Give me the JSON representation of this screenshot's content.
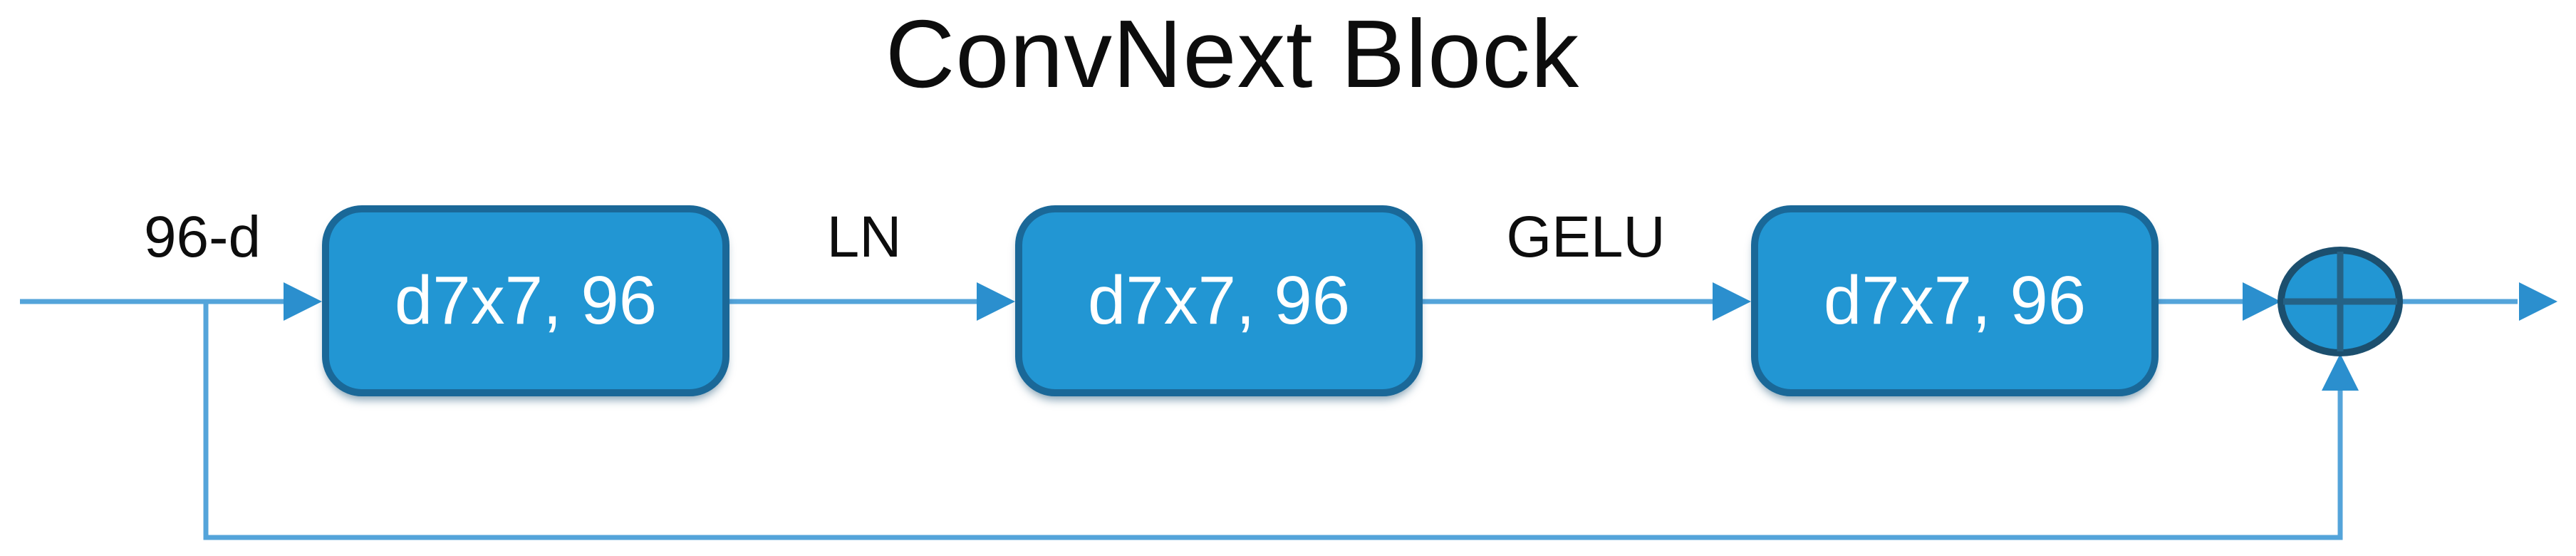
{
  "title": "ConvNext Block",
  "diagram": {
    "input_label": "96-d",
    "blocks": [
      {
        "label": "d7x7, 96"
      },
      {
        "label": "d7x7, 96"
      },
      {
        "label": "d7x7, 96"
      }
    ],
    "edge_labels": [
      {
        "text": "LN"
      },
      {
        "text": "GELU"
      }
    ],
    "operator": "add"
  },
  "colors": {
    "box_fill": "#2296d3",
    "box_border": "#1a6898",
    "connector": "#54a4da",
    "arrowhead": "#2b8fce",
    "op_border": "#1c4f6e",
    "op_cross": "#256286",
    "text_dark": "#0d0d0d",
    "text_light": "#ffffff",
    "background": "#ffffff"
  }
}
